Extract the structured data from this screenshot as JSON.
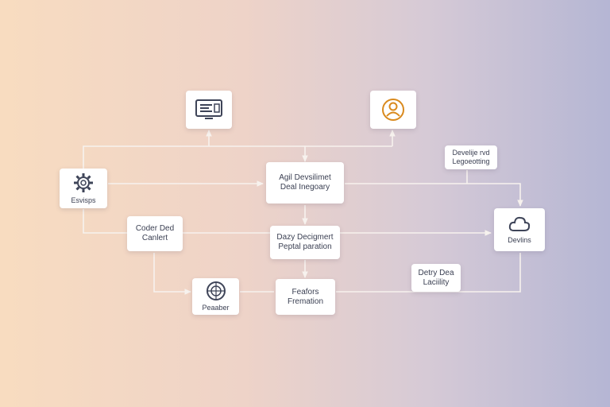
{
  "nodes": {
    "top_monitor": {
      "icon": "monitor-icon"
    },
    "top_user": {
      "icon": "user-icon"
    },
    "left_gear": {
      "icon": "gear-icon",
      "label": "Esvisps"
    },
    "center_top": {
      "line1": "Agil Devsilimet",
      "line2": "Deal Inegoary"
    },
    "top_right_note": {
      "line1": "Develije rvd",
      "line2": "Legoeotting"
    },
    "center_left": {
      "line1": "Coder Ded",
      "line2": "Canlert"
    },
    "center_mid": {
      "line1": "Dazy Decigmert",
      "line2": "Peptal paration"
    },
    "right_cloud": {
      "icon": "cloud-icon",
      "label": "Devlins"
    },
    "bottom_left": {
      "icon": "globe-icon",
      "label": "Peaaber"
    },
    "bottom_center": {
      "line1": "Feafors",
      "line2": "Fremation"
    },
    "bottom_right_note": {
      "line1": "Detry Dea",
      "line2": "Laciility"
    }
  },
  "colors": {
    "line": "#f4eeea",
    "icon": "#3e4458",
    "accent": "#d98a1e"
  }
}
